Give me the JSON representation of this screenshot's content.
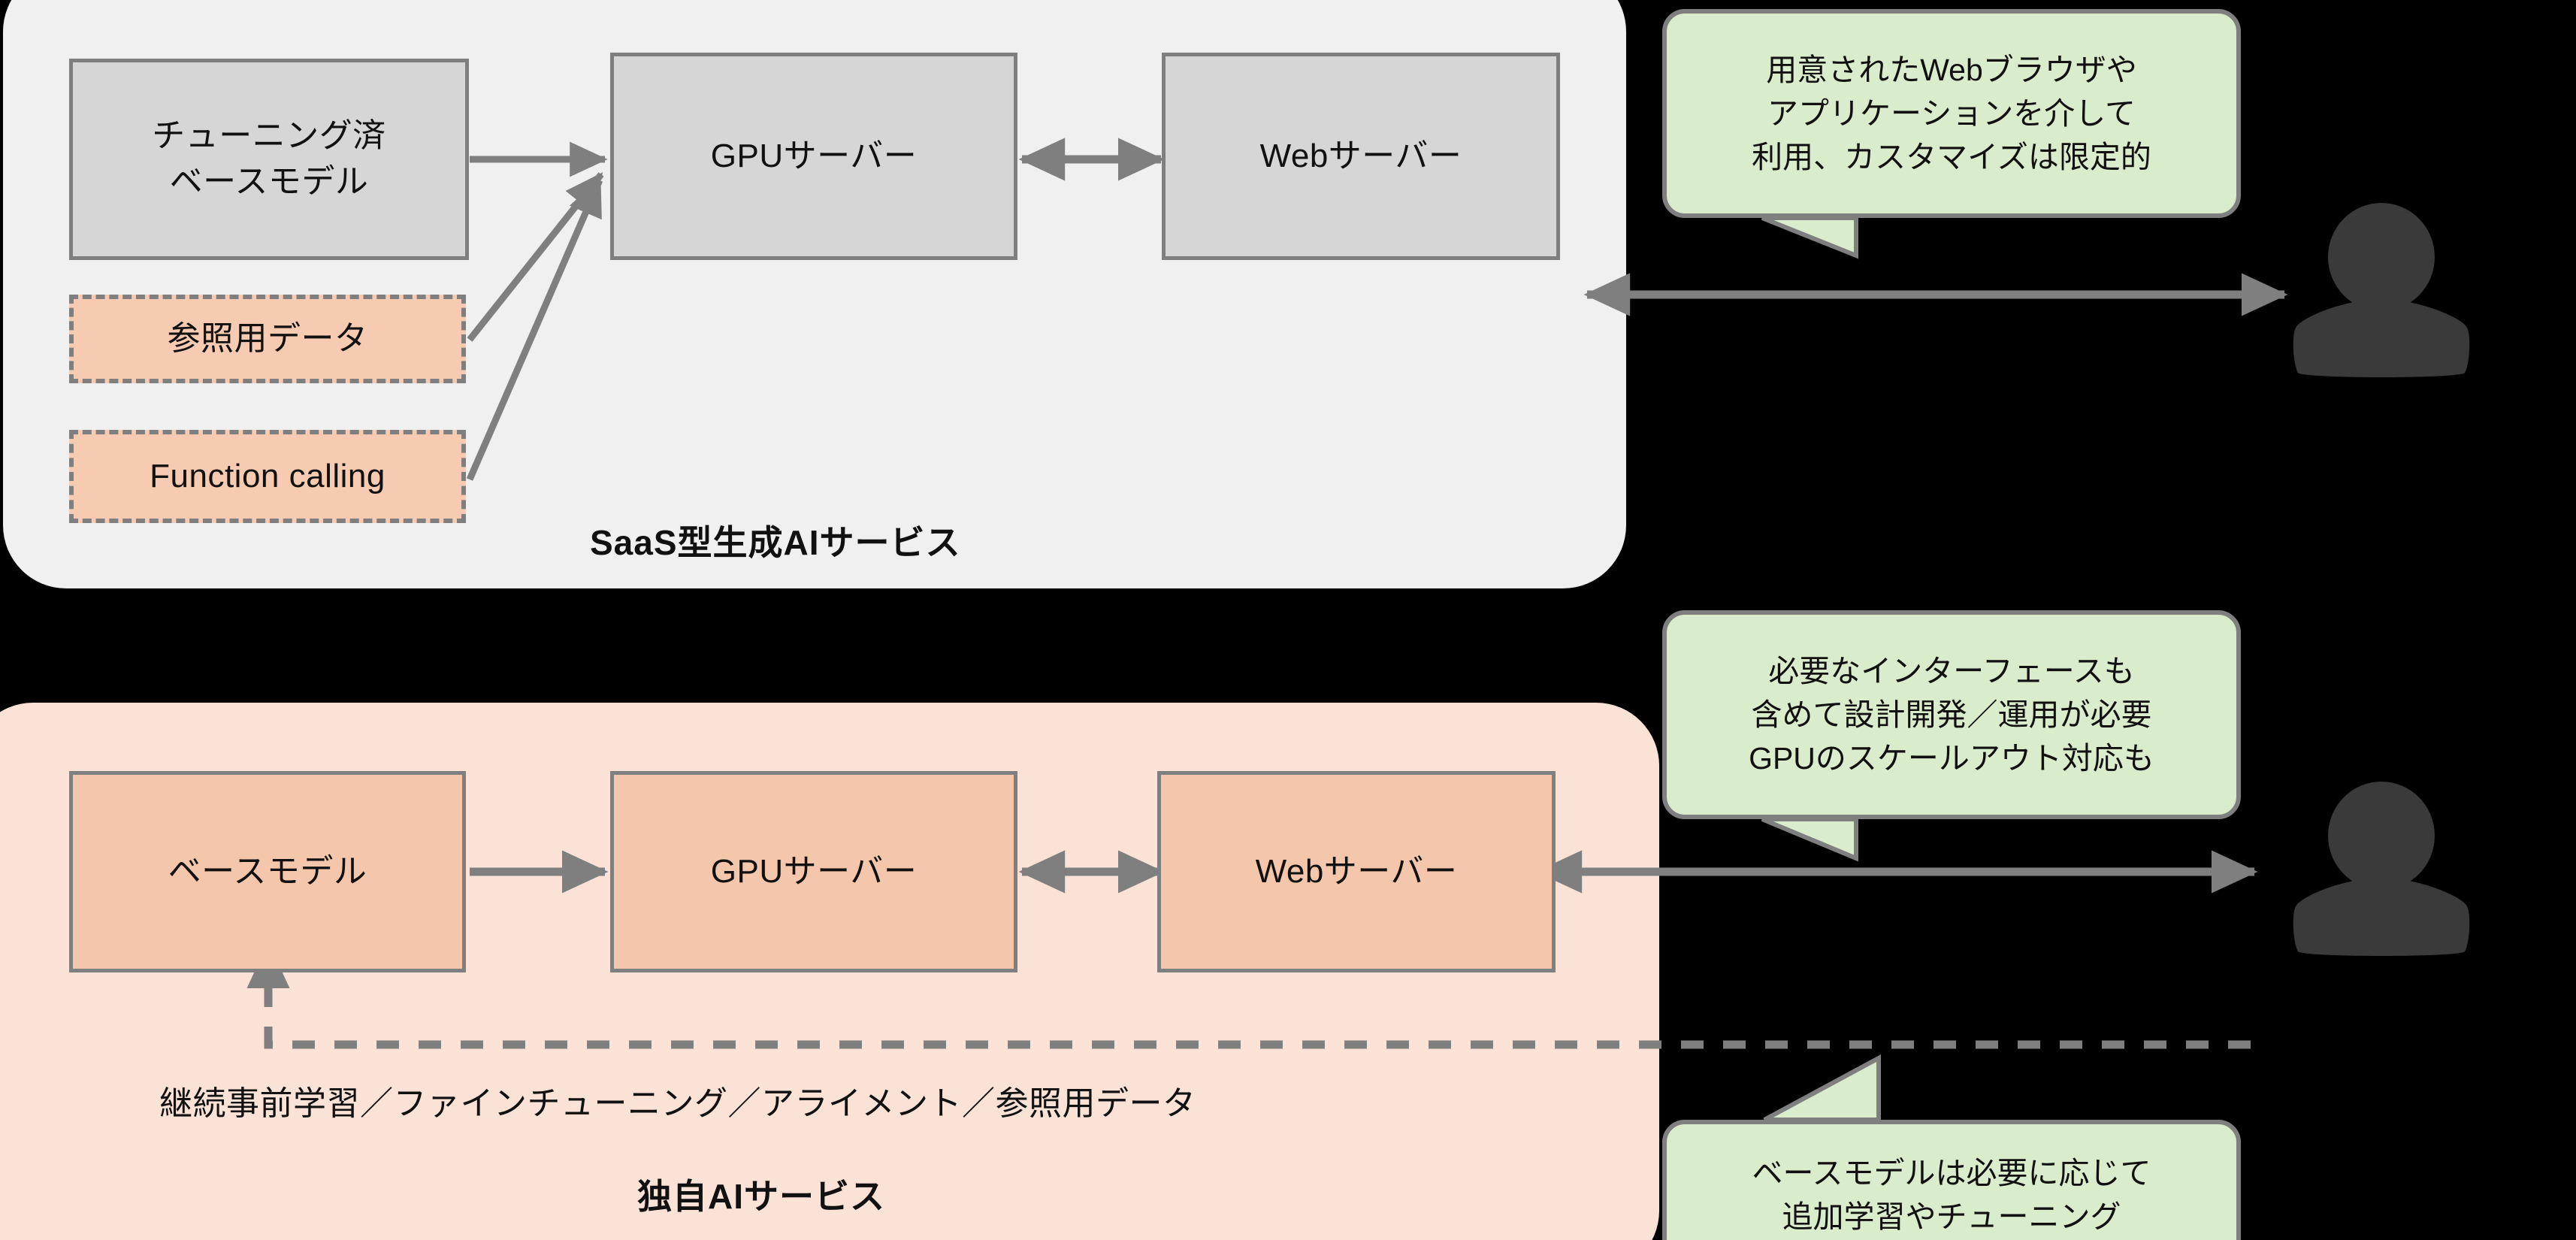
{
  "diagram": {
    "background_color": "#000000",
    "accent_gray": "#7f7f7f",
    "panel_saas_color": "#f0f0f0",
    "panel_own_color": "#fbe2d7",
    "callout_color": "#d9edcd",
    "node_gray_color": "#d6d6d6",
    "node_peach_color": "#f4c6ab"
  },
  "saas_section": {
    "caption": "SaaS型生成AIサービス",
    "nodes": {
      "tuned_base_model": "チューニング済\nベースモデル",
      "gpu_server": "GPUサーバー",
      "web_server": "Webサーバー",
      "reference_data": "参照用データ",
      "function_calling": "Function calling"
    },
    "callout": "用意されたWebブラウザや\nアプリケーションを介して\n利用、カスタマイズは限定的",
    "user_icon": "person-icon"
  },
  "own_section": {
    "caption": "独自AIサービス",
    "nodes": {
      "base_model": "ベースモデル",
      "gpu_server": "GPUサーバー",
      "web_server": "Webサーバー"
    },
    "flow_caption": "継続事前学習／ファインチューニング／アライメント／参照用データ",
    "callout_top": "必要なインターフェースも\n含めて設計開発／運用が必要\nGPUのスケールアウト対応も",
    "callout_bottom": "ベースモデルは必要に応じて\n追加学習やチューニング",
    "user_icon": "person-icon"
  }
}
